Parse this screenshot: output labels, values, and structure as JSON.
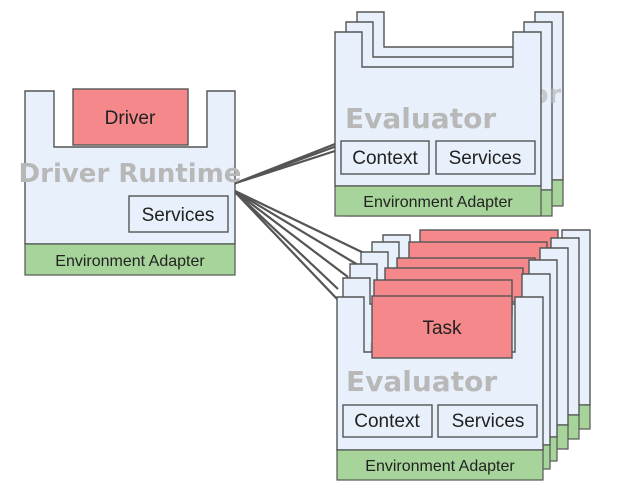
{
  "colors": {
    "background": "#ffffff",
    "container_fill": "#e8f0fb",
    "container_stroke": "#555555",
    "runtime_text": "#b8b8b8",
    "adapter_fill": "#a6d49a",
    "component_fill": "#f4888a",
    "connector": "#555555"
  },
  "driver_runtime": {
    "driver_label": "Driver",
    "runtime_label": "Driver Runtime",
    "services_label": "Services",
    "adapter_label": "Environment Adapter"
  },
  "upper_evaluator": {
    "runtime_label": "Evaluator",
    "context_label": "Context",
    "services_label": "Services",
    "adapter_label": "Environment Adapter"
  },
  "lower_evaluator": {
    "task_label": "Task",
    "runtime_label": "Evaluator",
    "context_label": "Context",
    "services_label": "Services",
    "adapter_label": "Environment Adapter"
  }
}
